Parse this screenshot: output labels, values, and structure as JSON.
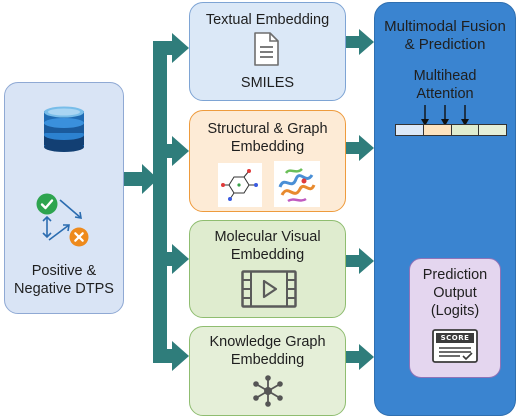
{
  "input": {
    "label_line1": "Positive &",
    "label_line2": "Negative DTPS",
    "icons": [
      "database-icon",
      "checkmark-icon",
      "cross-icon",
      "swap-arrows-icon"
    ]
  },
  "embeddings": [
    {
      "title_line1": "Textual Embedding",
      "title_line2": "",
      "caption": "SMILES",
      "icon": "document-icon",
      "fill": "#dbe8f7",
      "border": "#7ea4d4"
    },
    {
      "title_line1": "Structural & Graph",
      "title_line2": "Embedding",
      "caption": "",
      "icon": "molecule-and-protein-images",
      "fill": "#fdebd6",
      "border": "#ee9b3d"
    },
    {
      "title_line1": "Molecular Visual",
      "title_line2": "Embedding",
      "caption": "",
      "icon": "video-icon",
      "fill": "#dfeccf",
      "border": "#8fbd70"
    },
    {
      "title_line1": "Knowledge Graph",
      "title_line2": "Embedding",
      "caption": "",
      "icon": "graph-node-icon",
      "fill": "#e5efd8",
      "border": "#8fbd70"
    }
  ],
  "fusion": {
    "title_line1": "Multimodal Fusion",
    "title_line2": "& Prediction",
    "attention_line1": "Multihead",
    "attention_line2": "Attention",
    "token_colors": [
      "#dbe8f7",
      "#fde3bf",
      "#dfeccf",
      "#e5efd8"
    ],
    "fill": "#3a84d0"
  },
  "prediction": {
    "line1": "Prediction",
    "line2": "Output",
    "line3": "(Logits)",
    "icon": "score-icon",
    "icon_text": "SCORE",
    "fill": "#e4d6ef",
    "border": "#8f73b8"
  },
  "colors": {
    "arrow": "#2f7d7b",
    "input_fill": "#d9e4f5",
    "input_border": "#8fa9d4"
  }
}
